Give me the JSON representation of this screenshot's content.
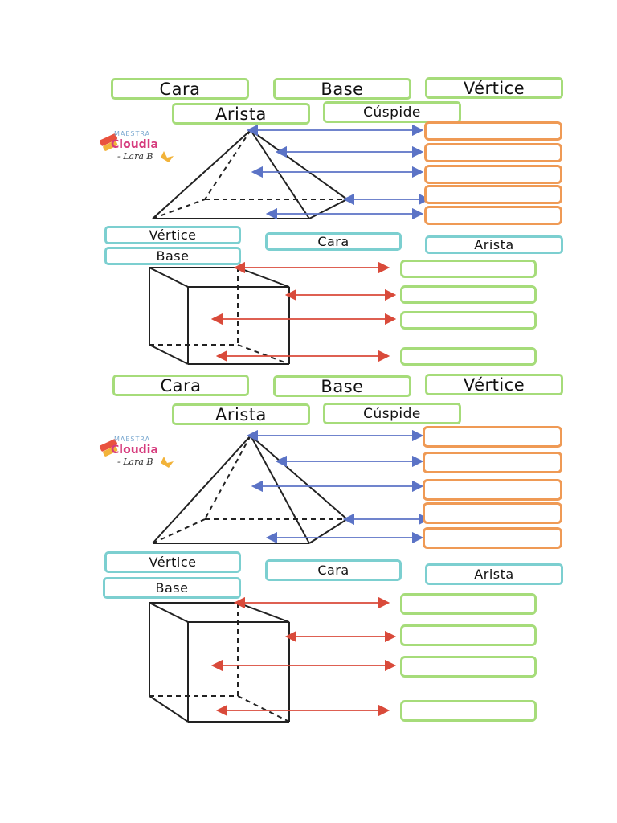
{
  "sections": [
    {
      "pyramid_words": [
        "Cara",
        "Base",
        "Vértice",
        "Arista",
        "Cúspide"
      ],
      "prism_words": [
        "Vértice",
        "Base",
        "Cara",
        "Arista"
      ]
    },
    {
      "pyramid_words": [
        "Cara",
        "Base",
        "Vértice",
        "Arista",
        "Cúspide"
      ],
      "prism_words": [
        "Vértice",
        "Base",
        "Cara",
        "Arista"
      ]
    }
  ],
  "logo": {
    "line1": "MAESTRA",
    "line2": "Cloudia",
    "line3": "- Lara B"
  },
  "colors": {
    "green_border": "#a6dc7a",
    "teal_border": "#7ccfd0",
    "orange_border": "#ef9a55",
    "blue_arrow": "#5b73c6",
    "red_arrow": "#d94a3a"
  }
}
